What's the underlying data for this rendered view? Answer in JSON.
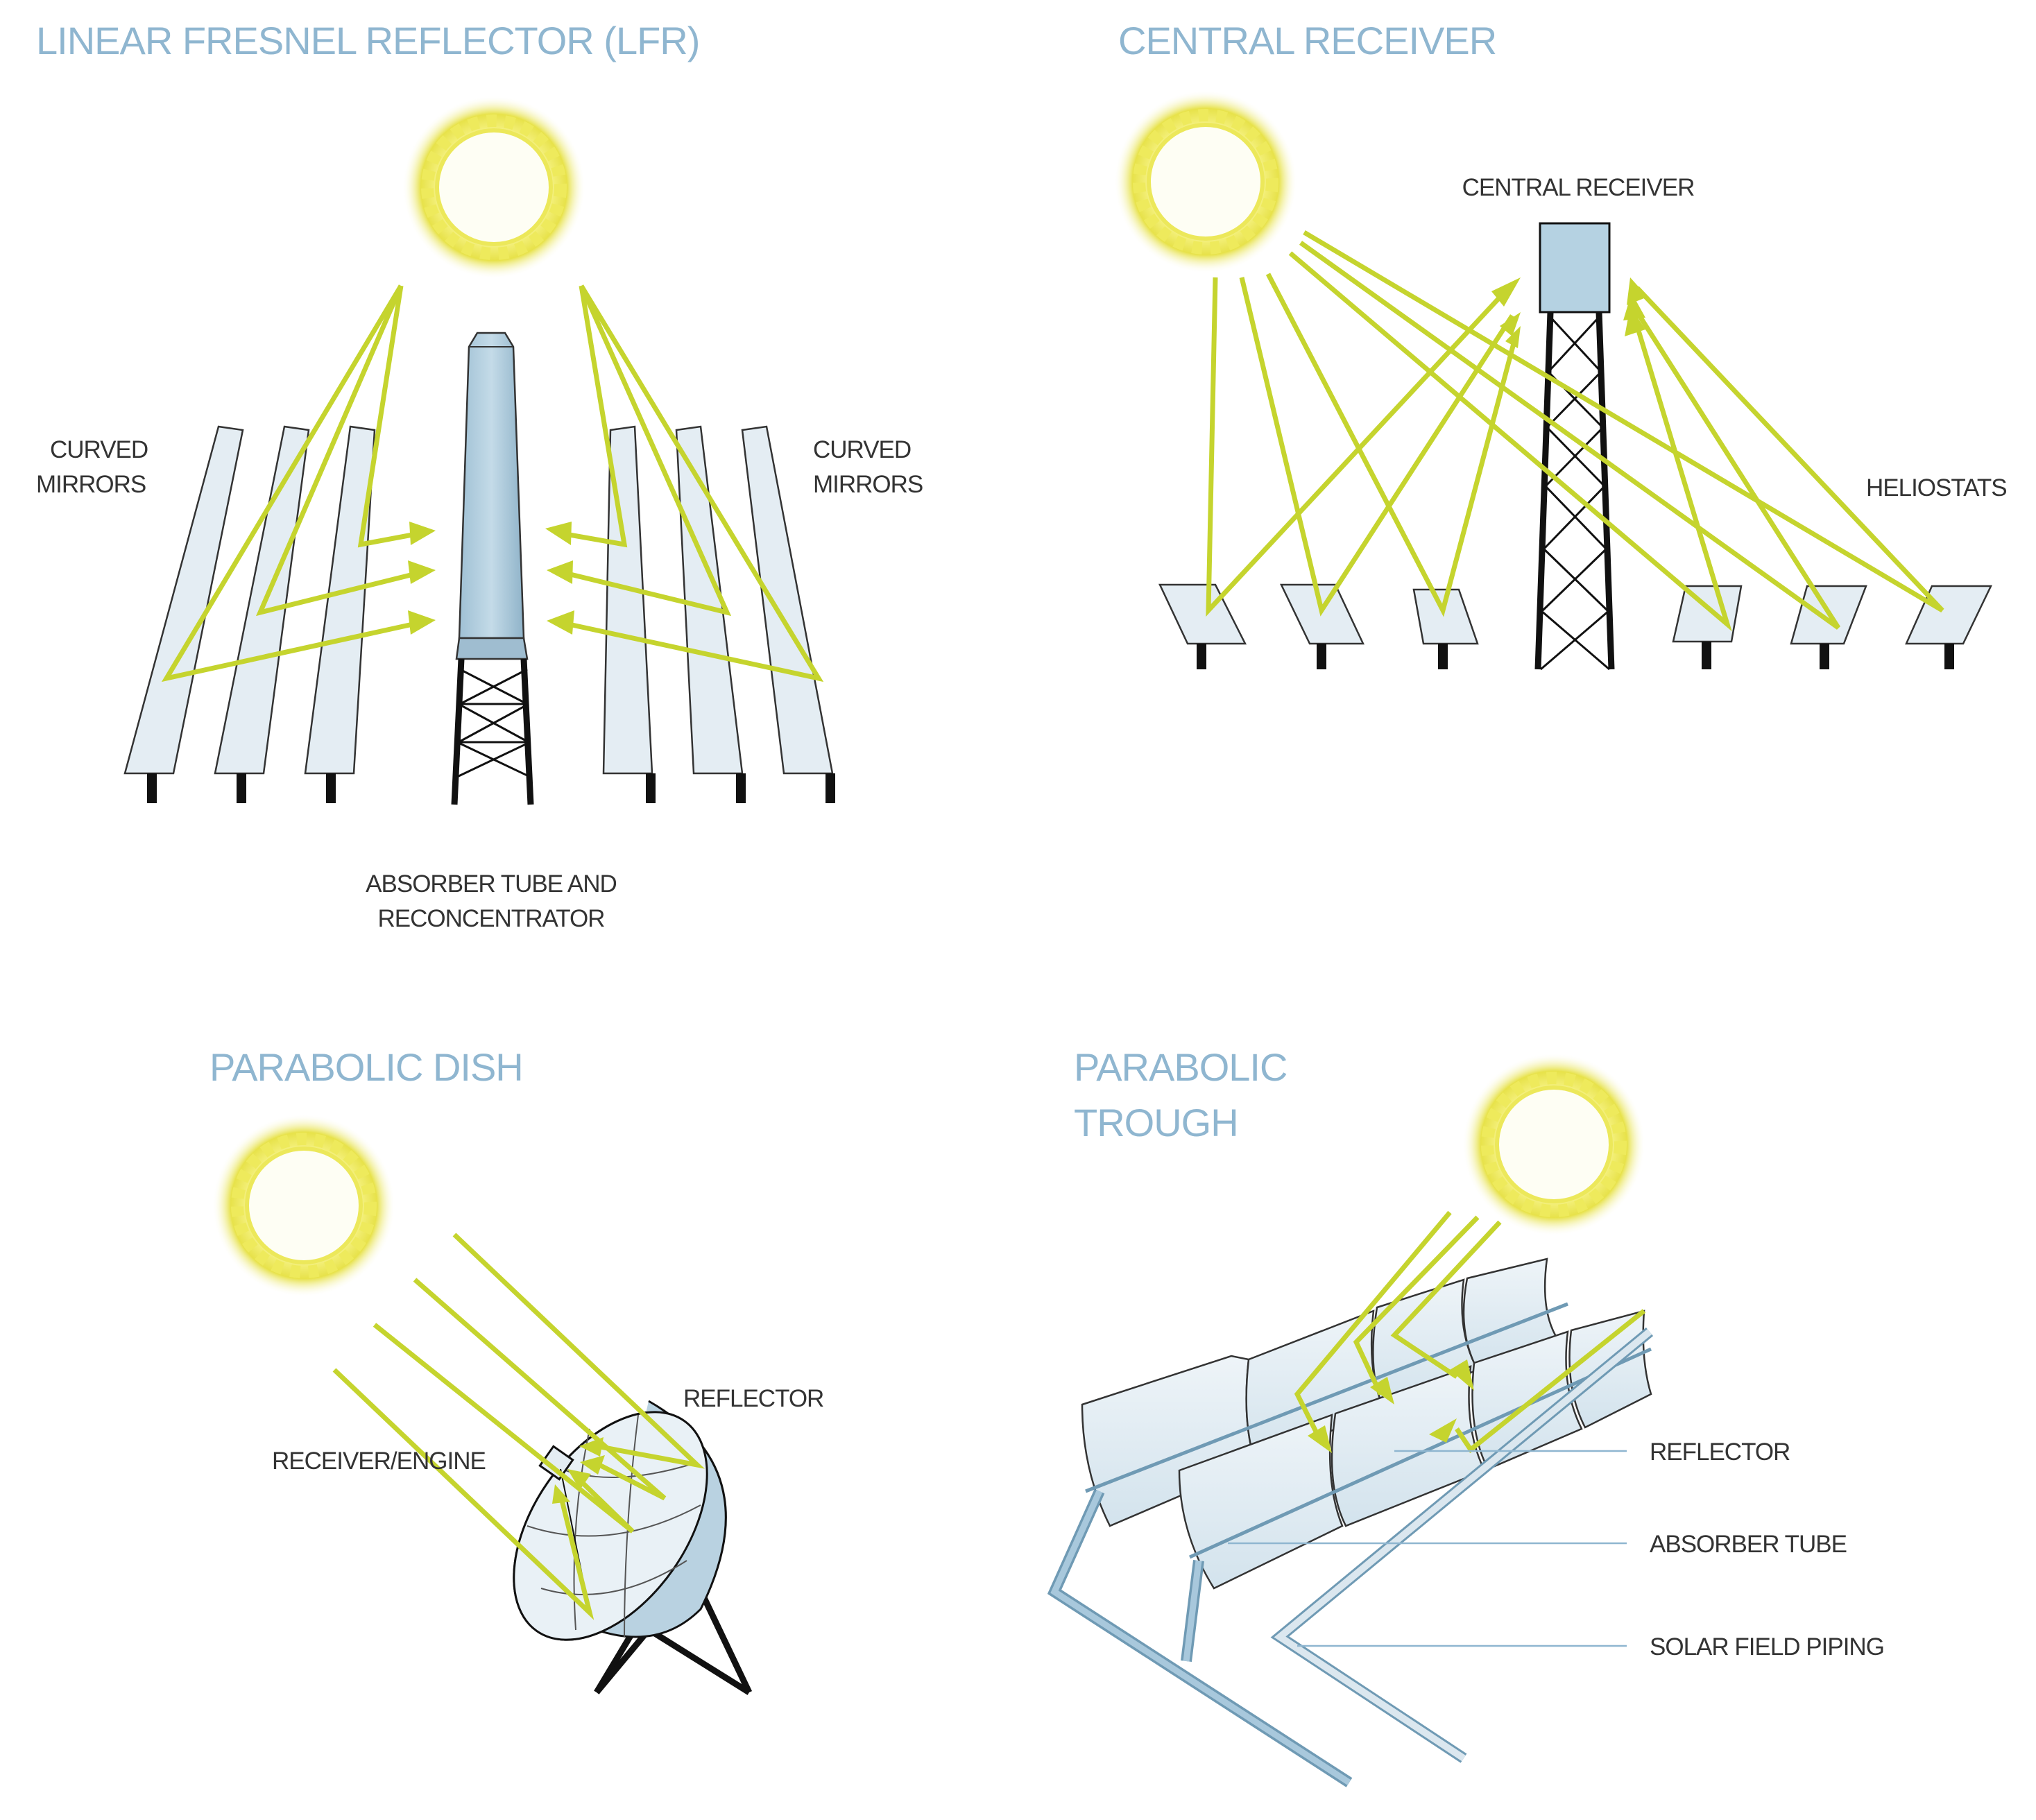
{
  "panels": {
    "lfr": {
      "title": "LINEAR FRESNEL REFLECTOR (LFR)",
      "left_label": [
        "CURVED",
        "MIRRORS"
      ],
      "right_label": [
        "CURVED",
        "MIRRORS"
      ],
      "bottom_label": [
        "ABSORBER TUBE AND",
        "RECONCENTRATOR"
      ]
    },
    "central": {
      "title": "CENTRAL RECEIVER",
      "receiver_label": "CENTRAL RECEIVER",
      "heliostats_label": "HELIOSTATS"
    },
    "dish": {
      "title": "PARABOLIC DISH",
      "reflector_label": "REFLECTOR",
      "receiver_label": "RECEIVER/ENGINE"
    },
    "trough": {
      "title": [
        "PARABOLIC",
        "TROUGH"
      ],
      "reflector_label": "REFLECTOR",
      "absorber_label": "ABSORBER TUBE",
      "piping_label": "SOLAR FIELD PIPING"
    }
  },
  "colors": {
    "title": "#8fb6d0",
    "ray": "#c5d42e",
    "sun": "#f3ef6a",
    "mirror": "#e4edf3",
    "receiver": "#b5d2e2",
    "text": "#333333"
  },
  "icons": [
    "sun-icon",
    "mirror",
    "tower",
    "heliostat",
    "dish",
    "trough"
  ]
}
